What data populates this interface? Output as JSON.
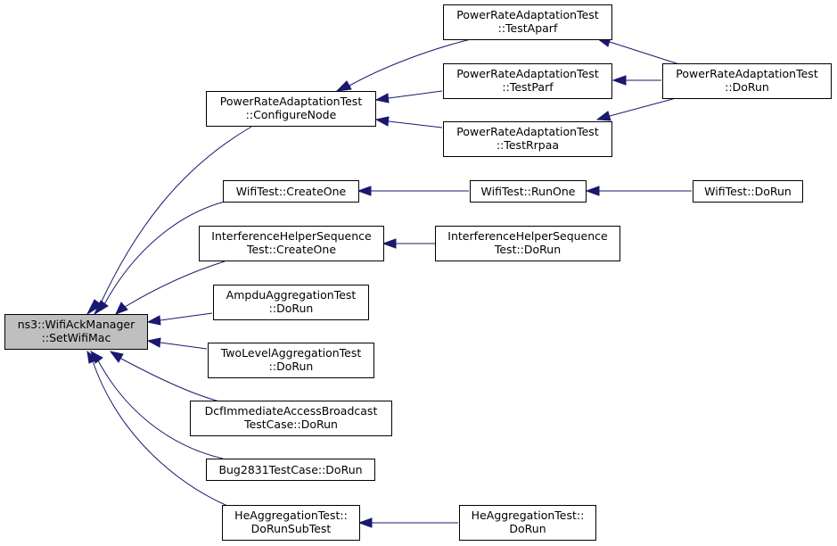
{
  "colors": {
    "edge": "#191970",
    "root_fill": "#bfbfbf",
    "node_fill": "#ffffff"
  },
  "nodes": {
    "root": [
      "ns3::WifiAckManager",
      "::SetWifiMac"
    ],
    "prat_configure": [
      "PowerRateAdaptationTest",
      "::ConfigureNode"
    ],
    "prat_aparf": [
      "PowerRateAdaptationTest",
      "::TestAparf"
    ],
    "prat_parf": [
      "PowerRateAdaptationTest",
      "::TestParf"
    ],
    "prat_rrpaa": [
      "PowerRateAdaptationTest",
      "::TestRrpaa"
    ],
    "prat_dorun": [
      "PowerRateAdaptationTest",
      "::DoRun"
    ],
    "wifi_createone": [
      "WifiTest::CreateOne"
    ],
    "wifi_runone": [
      "WifiTest::RunOne"
    ],
    "wifi_dorun": [
      "WifiTest::DoRun"
    ],
    "ihst_createone": [
      "InterferenceHelperSequence",
      "Test::CreateOne"
    ],
    "ihst_dorun": [
      "InterferenceHelperSequence",
      "Test::DoRun"
    ],
    "ampdu_dorun": [
      "AmpduAggregationTest",
      "::DoRun"
    ],
    "twolevel_dorun": [
      "TwoLevelAggregationTest",
      "::DoRun"
    ],
    "dcf_dorun": [
      "DcfImmediateAccessBroadcast",
      "TestCase::DoRun"
    ],
    "bug2831_dorun": [
      "Bug2831TestCase::DoRun"
    ],
    "heagg_dorunsubtest": [
      "HeAggregationTest::",
      "DoRunSubTest"
    ],
    "heagg_dorun": [
      "HeAggregationTest::",
      "DoRun"
    ]
  }
}
